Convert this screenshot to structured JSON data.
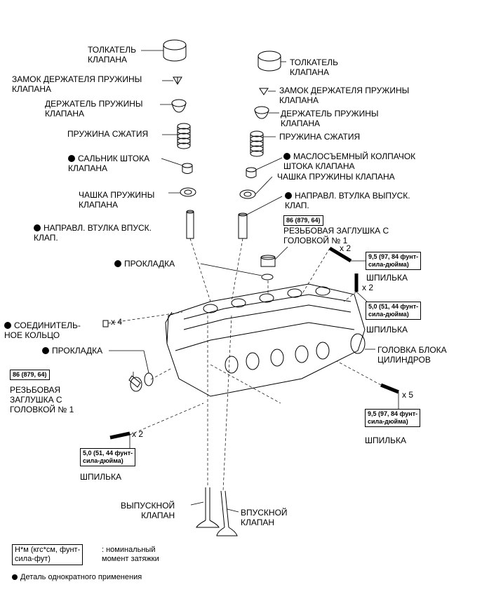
{
  "labels": {
    "lifter_l": "ТОЛКАТЕЛЬ\nКЛАПАНА",
    "retainer_lock_l": "ЗАМОК ДЕРЖАТЕЛЯ ПРУЖИНЫ\nКЛАПАНА",
    "retainer_l": "ДЕРЖАТЕЛЬ ПРУЖИНЫ\nКЛАПАНА",
    "spring_l": "ПРУЖИНА СЖАТИЯ",
    "seal_l": "САЛЬНИК ШТОКА\nКЛАПАНА",
    "seat_l": "ЧАШКА ПРУЖИНЫ\nКЛАПАНА",
    "guide_in": "НАПРАВЛ. ВТУЛКА ВПУСК.\nКЛАП.",
    "lifter_r": "ТОЛКАТЕЛЬ\nКЛАПАНА",
    "retainer_lock_r": "ЗАМОК ДЕРЖАТЕЛЯ ПРУЖИНЫ\nКЛАПАНА",
    "retainer_r": "ДЕРЖАТЕЛЬ ПРУЖИНЫ\nКЛАПАНА",
    "spring_r": "ПРУЖИНА СЖАТИЯ",
    "seal_r": "МАСЛОСЪЕМНЫЙ КОЛПАЧОК\nШТОКА КЛАПАНА",
    "seat_r": "ЧАШКА ПРУЖИНЫ КЛАПАНА",
    "guide_ex": "НАПРАВЛ. ВТУЛКА ВЫПУСК.\nКЛАП.",
    "plug_r": "РЕЗЬБОВАЯ ЗАГЛУШКА  С\nГОЛОВКОЙ № 1",
    "gasket_top": "ПРОКЛАДКА",
    "stud_1": "ШПИЛЬКА",
    "stud_2": "ШПИЛЬКА",
    "oring": "СОЕДИНИТЕЛЬ-\nНОЕ КОЛЬЦО",
    "gasket_left": "ПРОКЛАДКА",
    "head": "ГОЛОВКА БЛОКА\nЦИЛИНДРОВ",
    "plug_l": "РЕЗЬБОВАЯ\nЗАГЛУШКА  С\nГОЛОВКОЙ № 1",
    "stud_3": "ШПИЛЬКА",
    "stud_4": "ШПИЛЬКА",
    "valve_ex": "ВЫПУСКНОЙ\nКЛАПАН",
    "valve_in": "ВПУСКНОЙ\nКЛАПАН"
  },
  "torques": {
    "plug_r": "86 (879, 64)",
    "plug_l": "86 (879, 64)",
    "stud_1": "9,5 (97, 84 фунт-\nсила-дюйма)",
    "stud_2": "5,0 (51, 44 фунт-\nсила-дюйма)",
    "stud_3": "5,0 (51, 44 фунт-\nсила-дюйма)",
    "stud_4": "9,5 (97, 84 фунт-\nсила-дюйма)"
  },
  "multipliers": {
    "stud_1": "x 2",
    "stud_2": "x 2",
    "oring": "x 4",
    "stud_3": "x 2",
    "stud_4": "x 5"
  },
  "legend": {
    "unit_box": "Н*м (кгс*см, фунт-\nсила-фут)",
    "unit_desc": ": номинальный\nмомент затяжки",
    "non_reusable": "Деталь однократного применения"
  }
}
